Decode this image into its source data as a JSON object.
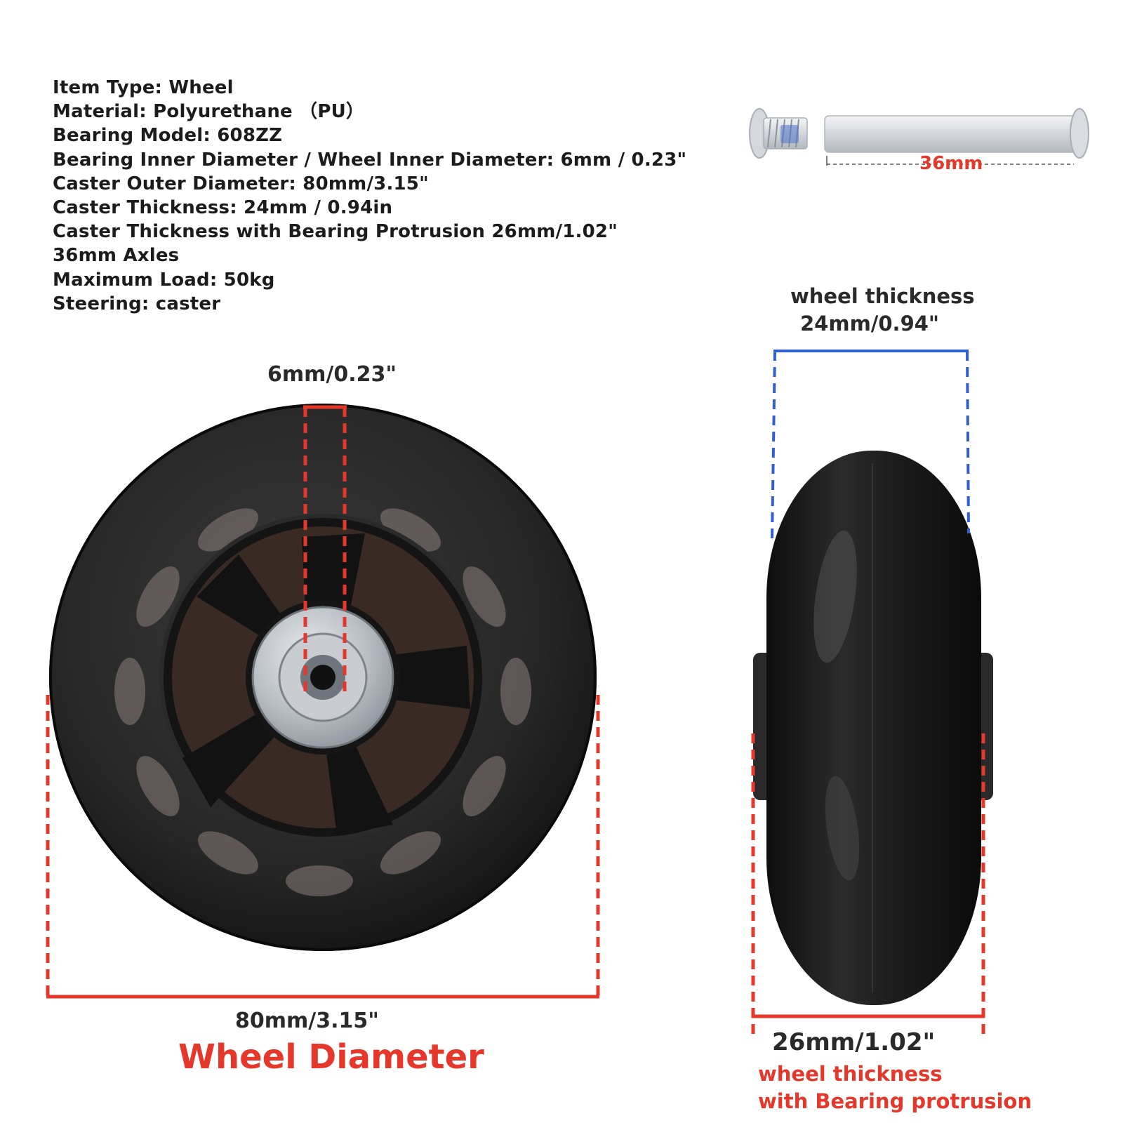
{
  "specs": [
    "Item Type: Wheel",
    "Material: Polyurethane （PU）",
    "Bearing Model: 608ZZ",
    "Bearing Inner Diameter / Wheel Inner Diameter: 6mm / 0.23\"",
    "Caster Outer Diameter: 80mm/3.15\"",
    "Caster Thickness:  24mm / 0.94in",
    "Caster Thickness with Bearing Protrusion 26mm/1.02\"",
    "36mm Axles",
    "Maximum Load: 50kg",
    "Steering: caster"
  ],
  "axle": {
    "length_label": "36mm"
  },
  "front_view": {
    "inner_label": "6mm/0.23\"",
    "diameter_value": "80mm/3.15\"",
    "diameter_title": "Wheel Diameter"
  },
  "side_view": {
    "thickness_title": "wheel thickness",
    "thickness_value": "24mm/0.94\"",
    "protrusion_value": "26mm/1.02\"",
    "protrusion_title_1": "wheel thickness",
    "protrusion_title_2": "with  Bearing protrusion"
  },
  "colors": {
    "red": "#e5372a",
    "blue": "#2f5fd0",
    "wheel": "#1b1b1b"
  }
}
